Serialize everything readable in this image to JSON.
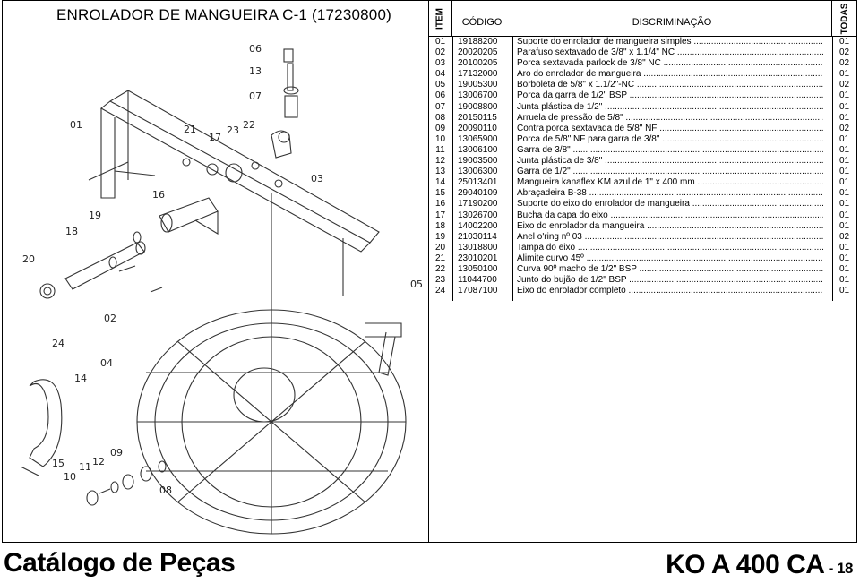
{
  "title": "ENROLADOR DE MANGUEIRA C-1 (17230800)",
  "table": {
    "headers": {
      "item": "ITEM",
      "code": "CÓDIGO",
      "description": "DISCRIMINAÇÃO",
      "total": "TODAS"
    },
    "rows": [
      {
        "item": "01",
        "code": "19188200",
        "desc": "Suporte do enrolador de mangueira simples",
        "qty": "01"
      },
      {
        "item": "02",
        "code": "20020205",
        "desc": "Parafuso sextavado de 3/8\" x 1.1/4\" NC",
        "qty": "02"
      },
      {
        "item": "03",
        "code": "20100205",
        "desc": "Porca sextavada parlock de 3/8\" NC",
        "qty": "02"
      },
      {
        "item": "04",
        "code": "17132000",
        "desc": "Aro do enrolador de mangueira",
        "qty": "01"
      },
      {
        "item": "05",
        "code": "19005300",
        "desc": "Borboleta de 5/8\" x 1.1/2\"-NC",
        "qty": "02"
      },
      {
        "item": "06",
        "code": "13006700",
        "desc": "Porca da garra de 1/2\" BSP",
        "qty": "01"
      },
      {
        "item": "07",
        "code": "19008800",
        "desc": "Junta plástica de 1/2\"",
        "qty": "01"
      },
      {
        "item": "08",
        "code": "20150115",
        "desc": "Arruela de pressão de 5/8\"",
        "qty": "01"
      },
      {
        "item": "09",
        "code": "20090110",
        "desc": "Contra porca sextavada de 5/8\" NF",
        "qty": "02"
      },
      {
        "item": "10",
        "code": "13065900",
        "desc": "Porca de 5/8\" NF para garra de 3/8\"",
        "qty": "01"
      },
      {
        "item": "11",
        "code": "13006100",
        "desc": "Garra de 3/8\"",
        "qty": "01"
      },
      {
        "item": "12",
        "code": "19003500",
        "desc": "Junta plástica de 3/8\"",
        "qty": "01"
      },
      {
        "item": "13",
        "code": "13006300",
        "desc": "Garra de 1/2\"",
        "qty": "01"
      },
      {
        "item": "14",
        "code": "25013401",
        "desc": "Mangueira kanaflex KM azul de 1\" x 400 mm",
        "qty": "01"
      },
      {
        "item": "15",
        "code": "29040109",
        "desc": "Abraçadeira B-38",
        "qty": "01"
      },
      {
        "item": "16",
        "code": "17190200",
        "desc": "Suporte do eixo do enrolador de mangueira",
        "qty": "01"
      },
      {
        "item": "17",
        "code": "13026700",
        "desc": "Bucha da capa do eixo",
        "qty": "01"
      },
      {
        "item": "18",
        "code": "14002200",
        "desc": "Eixo do enrolador da mangueira",
        "qty": "01"
      },
      {
        "item": "19",
        "code": "21030114",
        "desc": "Anel o'ring nº 03",
        "qty": "02"
      },
      {
        "item": "20",
        "code": "13018800",
        "desc": "Tampa do eixo",
        "qty": "01"
      },
      {
        "item": "21",
        "code": "23010201",
        "desc": "Alimite curvo 45º",
        "qty": "01"
      },
      {
        "item": "22",
        "code": "13050100",
        "desc": "Curva 90º macho de 1/2\" BSP",
        "qty": "01"
      },
      {
        "item": "23",
        "code": "11044700",
        "desc": "Junto do bujão de 1/2\" BSP",
        "qty": "01"
      },
      {
        "item": "24",
        "code": "17087100",
        "desc": "Eixo do enrolador completo",
        "qty": "01"
      }
    ]
  },
  "callouts": {
    "n01": "01",
    "n02": "02",
    "n03": "03",
    "n04": "04",
    "n05": "05",
    "n06": "06",
    "n07": "07",
    "n08": "08",
    "n09": "09",
    "n10": "10",
    "n11": "11",
    "n12": "12",
    "n13": "13",
    "n14": "14",
    "n15": "15",
    "n16": "16",
    "n17": "17",
    "n18": "18",
    "n19": "19",
    "n20": "20",
    "n21": "21",
    "n22": "22",
    "n23": "23",
    "n24": "24"
  },
  "footer": {
    "left": "Catálogo de Peças",
    "model": "KO A 400 CA",
    "page": " - 18"
  }
}
